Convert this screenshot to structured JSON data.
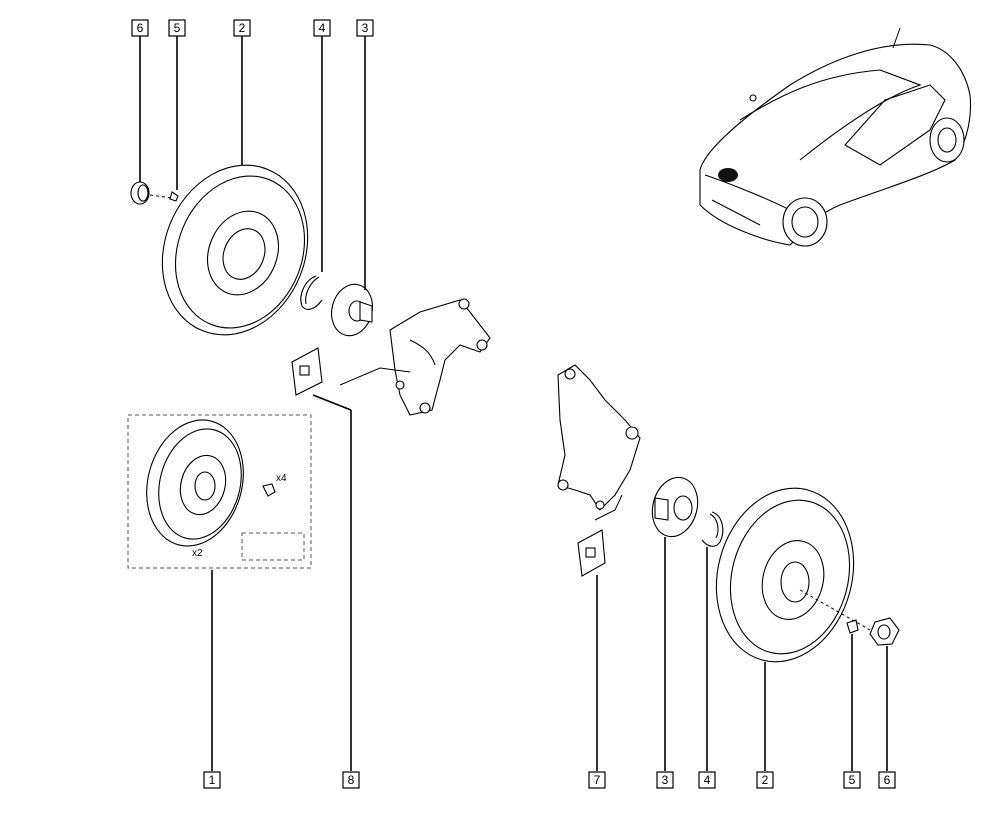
{
  "callouts": {
    "left_6": "6",
    "left_5": "5",
    "left_2": "2",
    "left_4": "4",
    "left_3": "3",
    "left_1": "1",
    "left_8": "8",
    "right_7": "7",
    "right_3": "3",
    "right_4": "4",
    "right_2": "2",
    "right_5": "5",
    "right_6": "6"
  },
  "annotations": {
    "kit_disc_qty": "x2",
    "kit_bolt_qty": "x4"
  },
  "icons": {
    "vehicle": "car-locator-icon"
  }
}
